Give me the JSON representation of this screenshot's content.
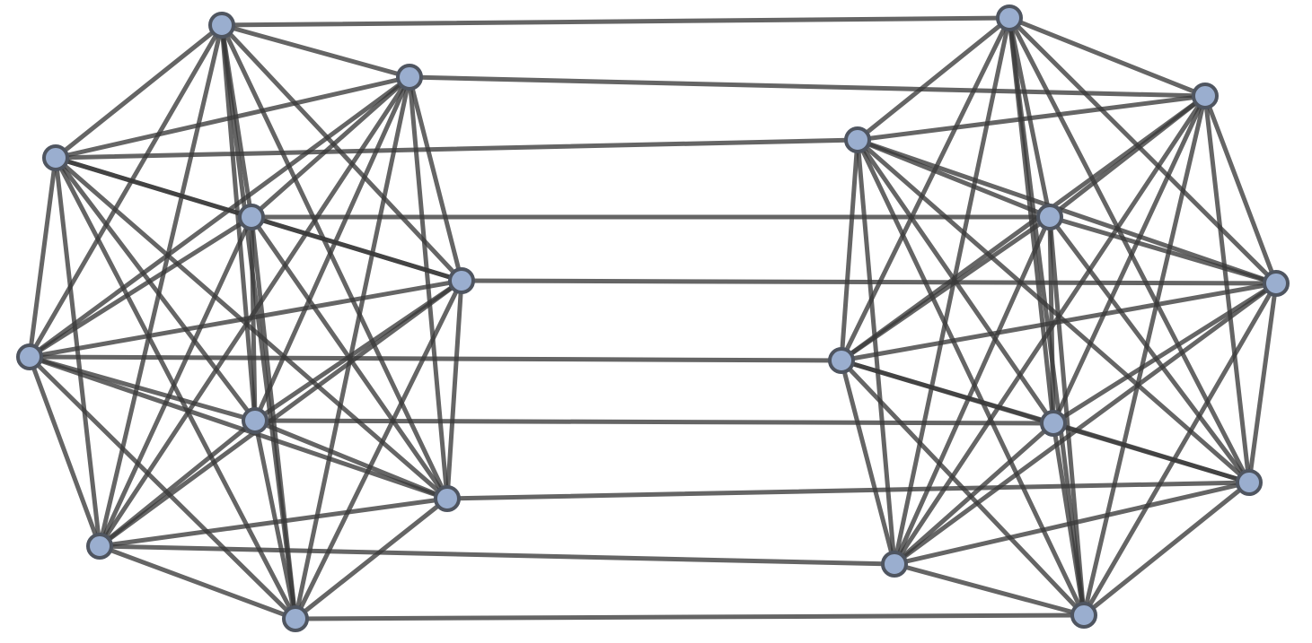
{
  "graph": {
    "type": "undirected",
    "style": {
      "edge_color": "#3a3a3a",
      "edge_opacity": 0.78,
      "node_fill": "#9aaecf",
      "node_stroke": "#4f5560",
      "background": "#ffffff"
    },
    "clusters": [
      {
        "name": "",
        "nodes": [
          "L0",
          "L1",
          "L2",
          "L3",
          "L4",
          "L5",
          "L6",
          "L7",
          "L8",
          "L9"
        ],
        "complete": true
      },
      {
        "name": "",
        "nodes": [
          "R0",
          "R1",
          "R2",
          "R3",
          "R4",
          "R5",
          "R6",
          "R7",
          "R8",
          "R9"
        ],
        "complete": true
      }
    ],
    "bridge_edges": [
      [
        "L0",
        "R0"
      ],
      [
        "L1",
        "R1"
      ],
      [
        "L2",
        "R2"
      ],
      [
        "L3",
        "R3"
      ],
      [
        "L4",
        "R4"
      ],
      [
        "L5",
        "R5"
      ],
      [
        "L6",
        "R6"
      ],
      [
        "L7",
        "R7"
      ],
      [
        "L8",
        "R8"
      ],
      [
        "L9",
        "R9"
      ]
    ]
  }
}
